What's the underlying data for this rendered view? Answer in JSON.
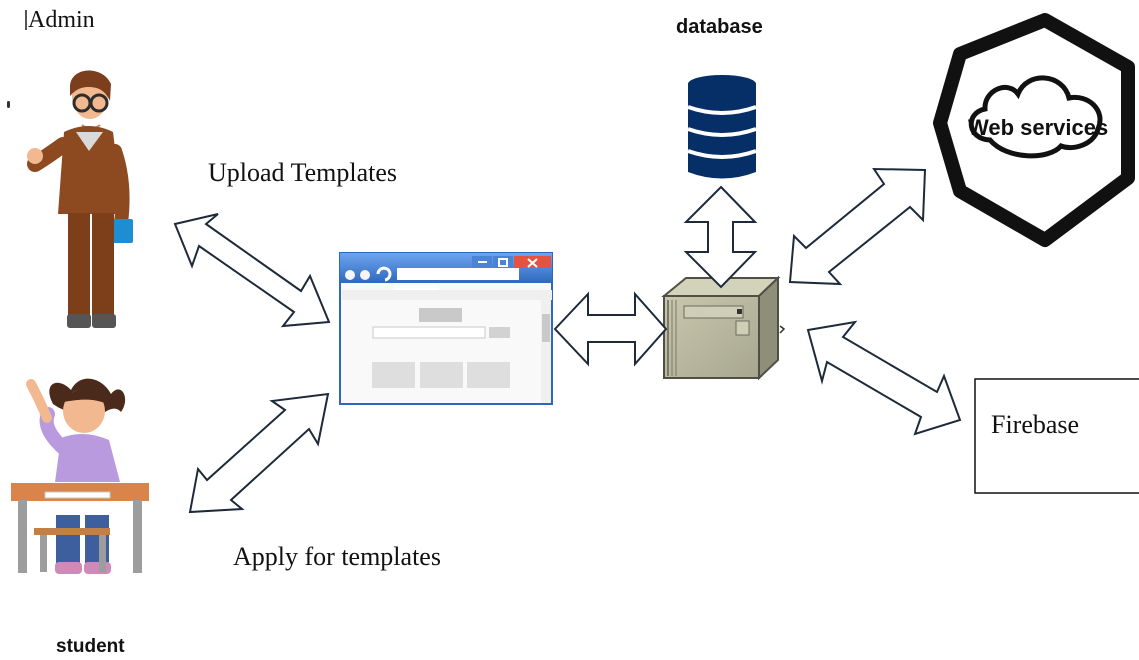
{
  "labels": {
    "admin": "Admin",
    "upload_templates": "Upload Templates",
    "apply_templates": "Apply for templates",
    "student": "student",
    "database": "database",
    "web_services": "Web services",
    "firebase": "Firebase"
  },
  "icons": {
    "admin": "teacher-person-icon",
    "student": "student-at-desk-icon",
    "browser": "web-browser-window-icon",
    "database": "database-cylinder-icon",
    "server": "server-computer-icon",
    "web_services": "cloud-in-hexagon-icon"
  },
  "colors": {
    "database_blue": "#052f66",
    "browser_blue": "#4c86d9",
    "server_beige": "#b9b89f",
    "outline": "#111111"
  }
}
